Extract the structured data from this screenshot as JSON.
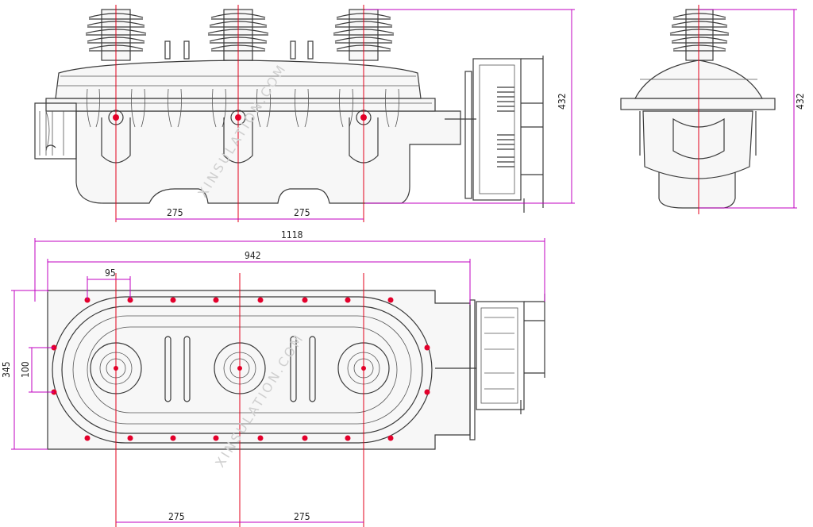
{
  "dimensions": {
    "front_pitch_left": "275",
    "front_pitch_right": "275",
    "front_height": "432",
    "side_height": "432",
    "overall_length": "1118",
    "inner_length": "942",
    "bolt_spacing": "95",
    "overall_width": "345",
    "inner_width": "100",
    "plan_pitch_left": "275",
    "plan_pitch_right": "275"
  },
  "watermark": "XINSULATION.COM",
  "colors": {
    "dimension": "#c000c0",
    "centerline": "#e3001b",
    "outline": "#3a3a3a"
  }
}
